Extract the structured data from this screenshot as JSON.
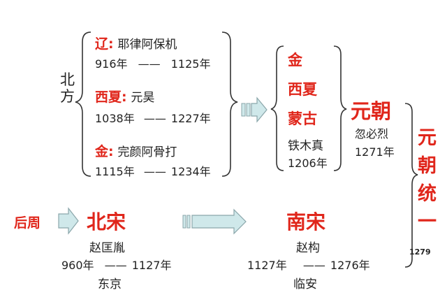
{
  "north": {
    "label": "北方",
    "liao": {
      "name": "辽:",
      "ruler": "耶律阿保机",
      "start": "916年",
      "dash": "——",
      "end": "1125年"
    },
    "xixia": {
      "name": "西夏:",
      "ruler": "元昊",
      "start": "1038年",
      "dash": "——",
      "end": "1227年"
    },
    "jin": {
      "name": "金:",
      "ruler": "完颜阿骨打",
      "start": "1115年",
      "dash": "——",
      "end": "1234年"
    }
  },
  "mongol_group": {
    "items": [
      "金",
      "西夏",
      "蒙古"
    ],
    "founder": "铁木真",
    "year": "1206年"
  },
  "yuan": {
    "title": "元朝",
    "founder": "忽必烈",
    "year": "1271年",
    "vertical_title": [
      "元",
      "朝",
      "统",
      "一"
    ],
    "unify_year": "1279"
  },
  "south": {
    "later_zhou": "后周",
    "northern_song": {
      "title": "北宋",
      "founder": "赵匡胤",
      "start": "960年",
      "dash": "——",
      "end": "1127年",
      "capital": "东京"
    },
    "southern_song": {
      "title": "南宋",
      "founder": "赵构",
      "start": "1127年",
      "dash": "——",
      "end": "1276年",
      "capital": "临安"
    }
  },
  "colors": {
    "accent_red": "#e0261b",
    "arrow_fill": "#cfe8ea",
    "arrow_stroke": "#8aa6aa"
  }
}
